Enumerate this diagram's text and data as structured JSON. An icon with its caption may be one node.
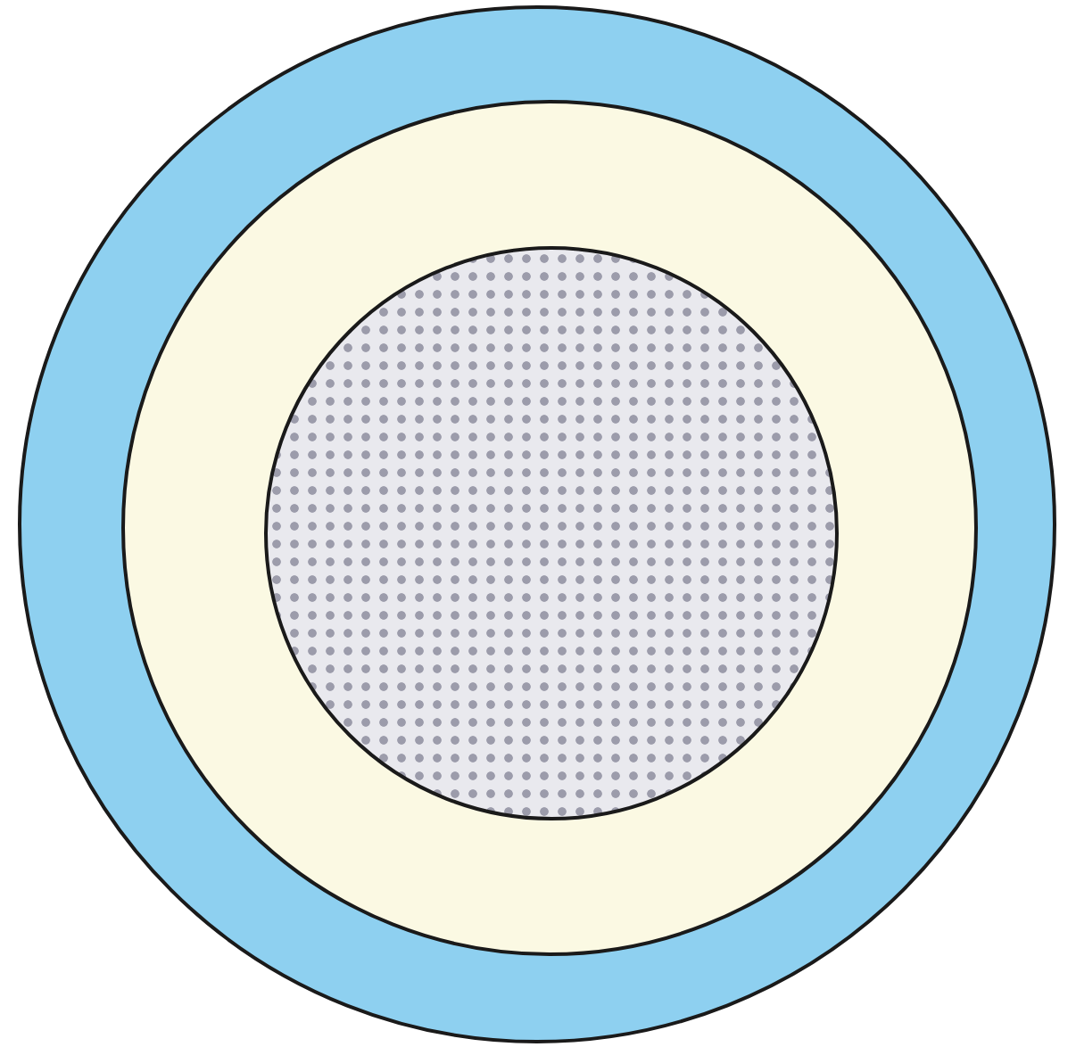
{
  "diagram": {
    "nodes": [
      {
        "text": [],
        "shape": "circle"
      },
      {
        "text": [],
        "shape": "circle",
        "in": 0
      },
      {
        "text": [],
        "shape": "circle",
        "in": 1
      }
    ]
  }
}
